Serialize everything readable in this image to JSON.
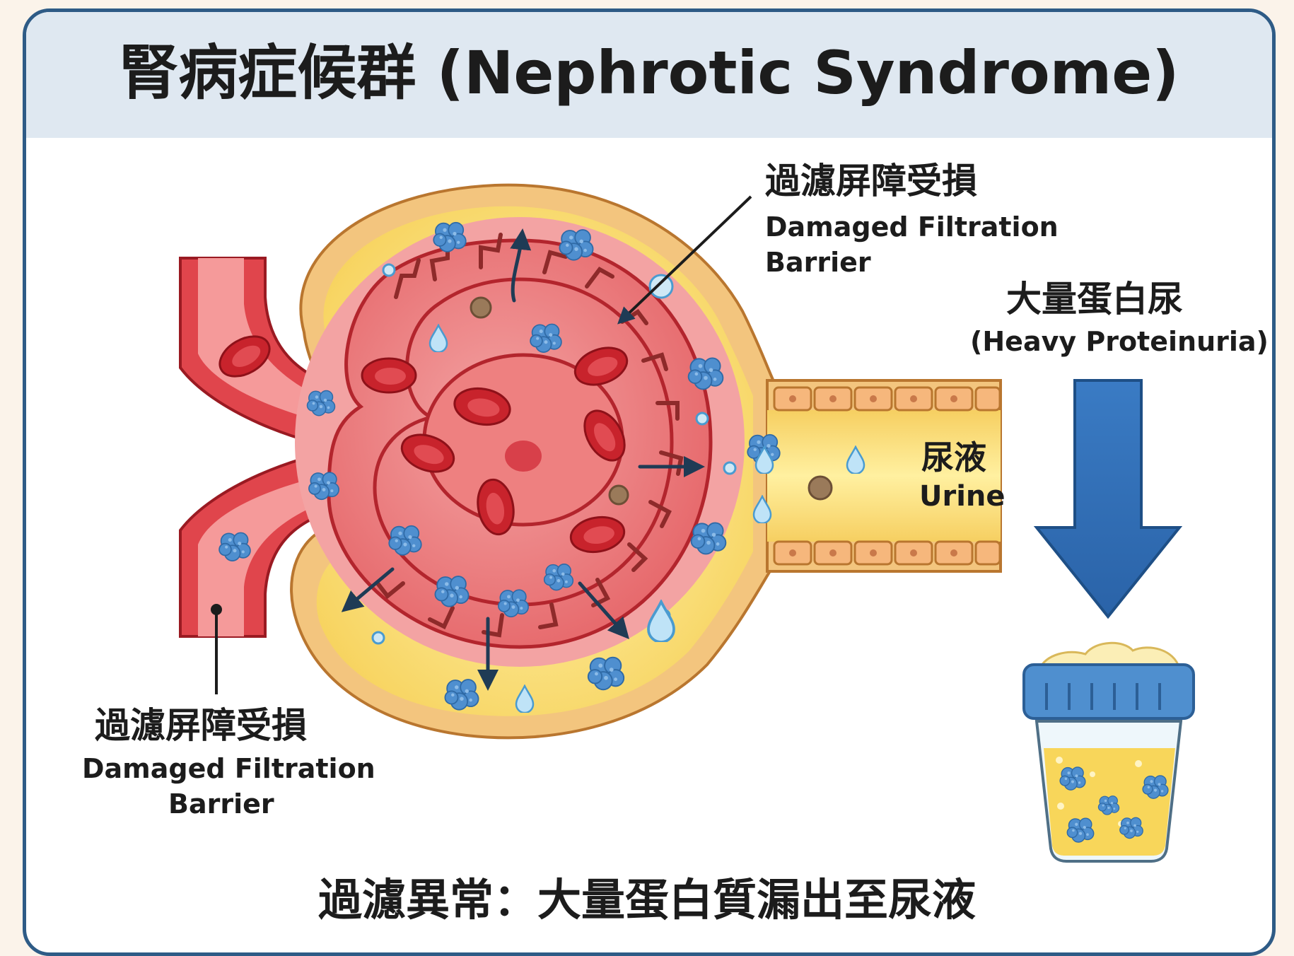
{
  "title": "腎病症候群 (Nephrotic Syndrome)",
  "labels": {
    "barrier_top_zh": "過濾屏障受損",
    "barrier_top_en_line1": "Damaged Filtration",
    "barrier_top_en_line2": "Barrier",
    "proteinuria_zh": "大量蛋白尿",
    "proteinuria_en": "(Heavy Proteinuria)",
    "urine_zh": "尿液",
    "urine_en": "Urine",
    "barrier_bottom_zh": "過濾屏障受損",
    "barrier_bottom_en_line1": "Damaged Filtration",
    "barrier_bottom_en_line2": "Barrier"
  },
  "footer": "過濾異常：大量蛋白質漏出至尿液",
  "icons": [
    "red-blood-cell-icon",
    "protein-cluster-icon",
    "water-droplet-icon",
    "leak-arrow-icon",
    "down-arrow-icon",
    "urine-cup-icon"
  ],
  "colors": {
    "frame": "#2e5b86",
    "title_band": "#dfe8f1",
    "vessel": "#e0454c",
    "vessel_light": "#f6a4a4",
    "capsule": "#f7d76a",
    "capsule_light": "#fdf0a6",
    "protein": "#4f8fcf",
    "arrow_blue": "#2f6fb5",
    "dark_arrow": "#1f3b55"
  }
}
